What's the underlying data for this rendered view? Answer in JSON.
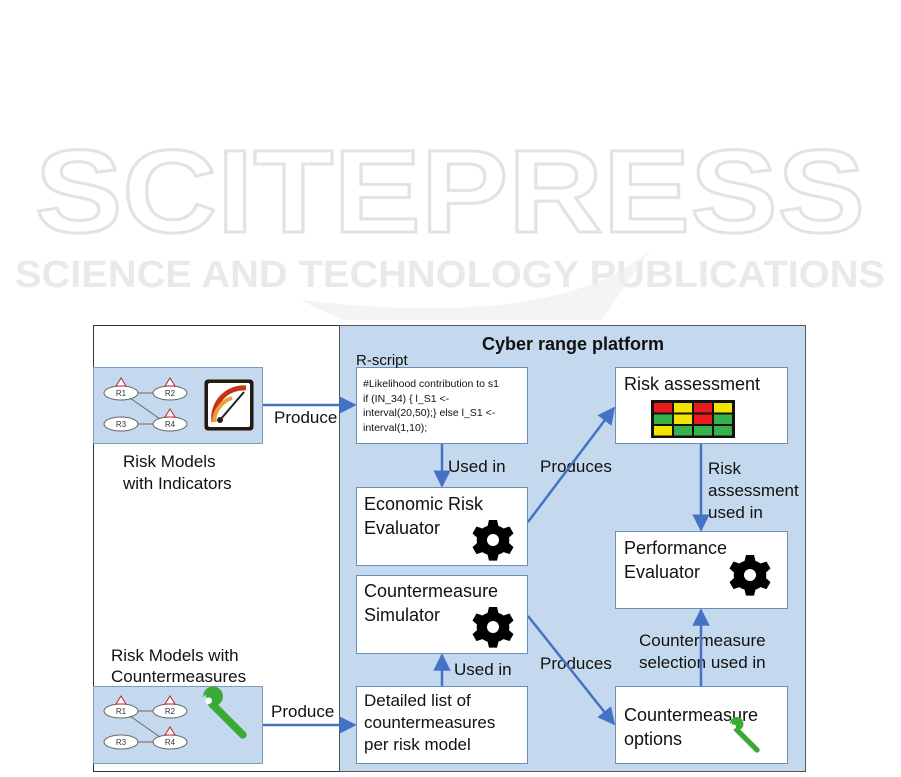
{
  "watermark": {
    "brand": "SCITEPRESS",
    "tagline": "SCIENCE AND TECHNOLOGY PUBLICATIONS"
  },
  "platform": {
    "title": "Cyber range platform"
  },
  "inputs": {
    "indicators": {
      "label": "Risk Models\nwith Indicators",
      "nodes": [
        "R1",
        "R2",
        "R3",
        "R4"
      ]
    },
    "countermeasures": {
      "label": "Risk Models with\nCountermeasures",
      "nodes": [
        "R1",
        "R2",
        "R3",
        "R4"
      ]
    }
  },
  "rscript": {
    "label": "R-script",
    "code": "#Likelihood contribution to s1\nif (IN_34) { l_S1 <-\ninterval(20,50);} else l_S1 <-\ninterval(1,10);"
  },
  "boxes": {
    "economic": "Economic Risk\nEvaluator",
    "simulator": "Countermeasure\nSimulator",
    "detailed_list": "Detailed list of\ncountermeasures\nper risk model",
    "risk_assessment": "Risk assessment",
    "performance": "Performance\nEvaluator",
    "options": "Countermeasure\noptions"
  },
  "edges": {
    "produce_top": "Produce",
    "produce_bottom": "Produce",
    "used_in_top": "Used in",
    "used_in_bottom": "Used in",
    "produces_top": "Produces",
    "produces_bottom": "Produces",
    "risk_assessment_used": "Risk\nassessment\nused in",
    "selection_used": "Countermeasure\nselection used in"
  },
  "colors": {
    "platform_bg": "#c5d9ee",
    "arrow": "#4472c4",
    "heat": [
      "#e81c1c",
      "#f2e400",
      "#e81c1c",
      "#f2e400",
      "#36b24a",
      "#f2e400",
      "#e81c1c",
      "#36b24a",
      "#f2e400",
      "#36b24a",
      "#36b24a",
      "#36b24a"
    ]
  }
}
